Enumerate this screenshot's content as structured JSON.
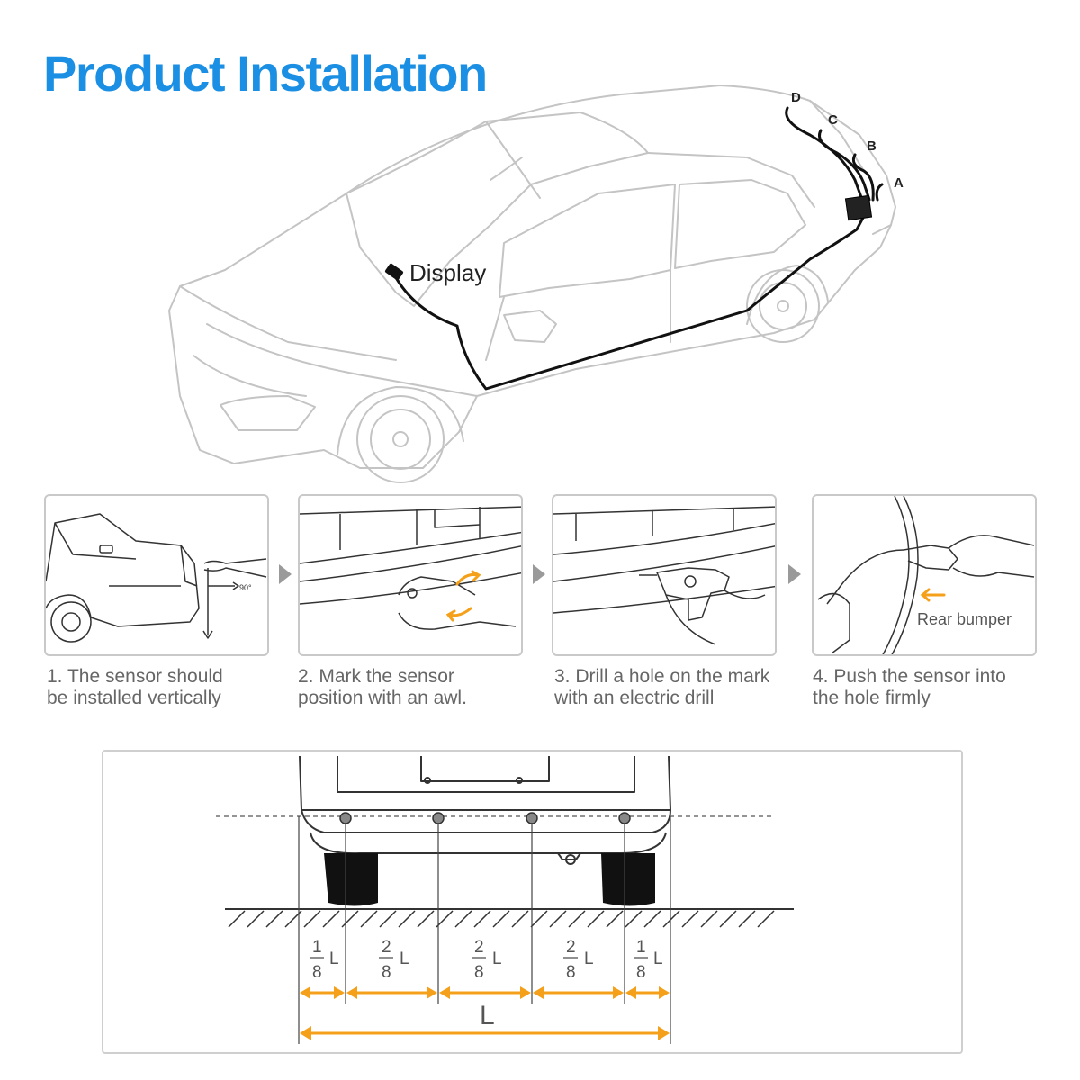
{
  "header": {
    "title": "Product Installation"
  },
  "car_diagram": {
    "display_label": "Display",
    "sensor_labels": [
      "D",
      "C",
      "B",
      "A"
    ]
  },
  "steps": [
    {
      "caption": "1. The sensor should\nbe installed vertically",
      "angle_label": "90°"
    },
    {
      "caption": "2. Mark the sensor\nposition with an awl."
    },
    {
      "caption": "3. Drill a hole on the mark\nwith an electric drill"
    },
    {
      "caption": "4. Push the sensor into\nthe hole firmly",
      "part_label": "Rear bumper"
    }
  ],
  "spacing": {
    "fractions": [
      {
        "num": "1",
        "den": "8",
        "unit": "L"
      },
      {
        "num": "2",
        "den": "8",
        "unit": "L"
      },
      {
        "num": "2",
        "den": "8",
        "unit": "L"
      },
      {
        "num": "2",
        "den": "8",
        "unit": "L"
      },
      {
        "num": "1",
        "den": "8",
        "unit": "L"
      }
    ],
    "total_label": "L"
  },
  "colors": {
    "title": "#1a8fe3",
    "accent_arrow": "#f5a01a",
    "line_art": "#bdbdbd",
    "wire": "#111111"
  }
}
